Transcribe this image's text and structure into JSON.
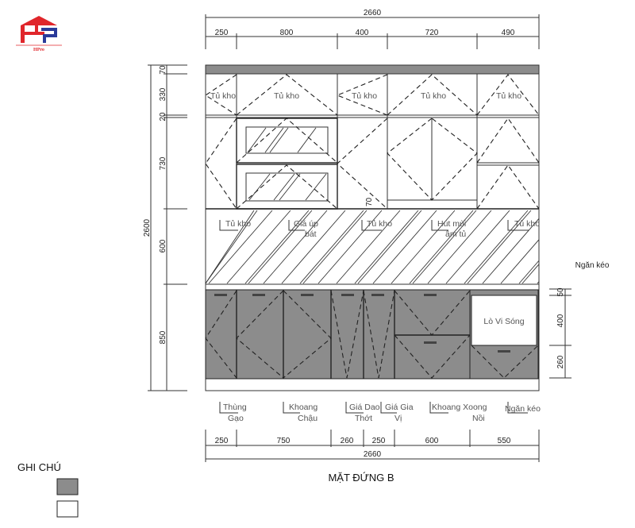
{
  "logo": {
    "text": "HPro",
    "colors": {
      "red": "#e0262b",
      "blue": "#2a3a9a"
    }
  },
  "dims_top": {
    "total": "2660",
    "parts": [
      "250",
      "800",
      "400",
      "720",
      "490"
    ]
  },
  "dims_bottom": {
    "total": "2660",
    "parts": [
      "250",
      "750",
      "260",
      "250",
      "600",
      "550"
    ]
  },
  "dims_left": {
    "total": "2600",
    "parts": [
      "70",
      "330",
      "20",
      "730",
      "600",
      "850"
    ]
  },
  "dims_right": {
    "parts": [
      "50",
      "400",
      "260"
    ],
    "label": "Ngăn kéo"
  },
  "upper_labels": [
    "Tủ kho",
    "Tủ kho",
    "Tủ kho",
    "Tủ kho",
    "Tủ kho"
  ],
  "small_dim": "70",
  "backsplash_labels": [
    {
      "l1": "Tủ kho",
      "l2": ""
    },
    {
      "l1": "Giá úp",
      "l2": "bát"
    },
    {
      "l1": "Tủ kho",
      "l2": ""
    },
    {
      "l1": "Hút mùi",
      "l2": "âm tủ"
    },
    {
      "l1": "Tủ kho",
      "l2": ""
    }
  ],
  "microwave_label": "Lò Vi Sóng",
  "base_labels": [
    {
      "l1": "Thùng",
      "l2": "Gạo"
    },
    {
      "l1": "Khoang",
      "l2": "Chậu"
    },
    {
      "l1": "Giá Dao",
      "l2": "Thớt"
    },
    {
      "l1": "Giá Gia",
      "l2": "Vị"
    },
    {
      "l1": "Khoang Xoong",
      "l2": "Nồi"
    },
    {
      "l1": "Ngăn kéo",
      "l2": ""
    }
  ],
  "title": "MẶT ĐỨNG B",
  "legend": {
    "title": "GHI CHÚ",
    "swatches": [
      "#8c8c8c",
      "#ffffff"
    ]
  }
}
